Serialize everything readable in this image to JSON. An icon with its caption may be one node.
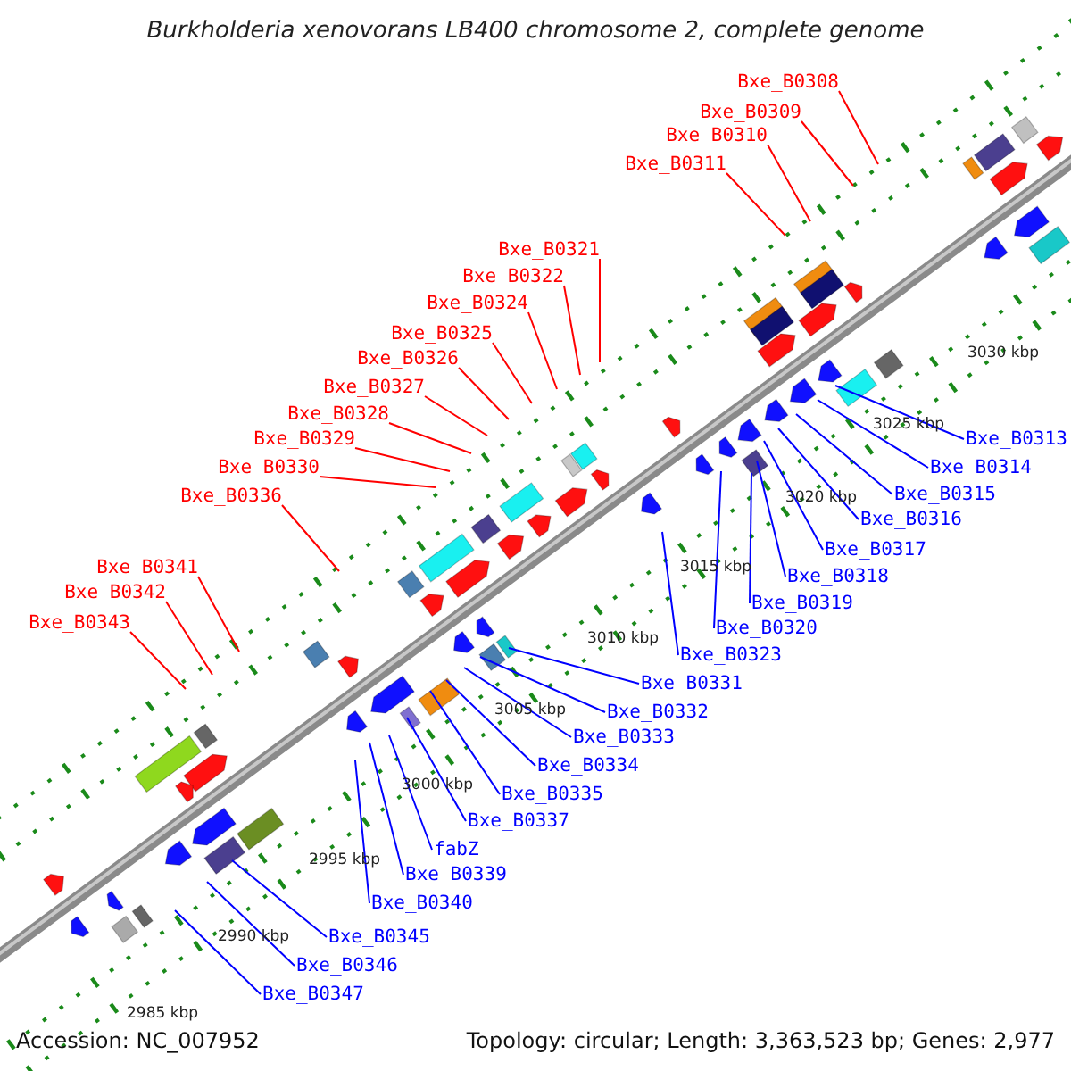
{
  "diagram": {
    "title": "Burkholderia xenovorans LB400 chromosome 2, complete genome",
    "nodes": [
      {
        "text": [
          "Bxe_B0308"
        ]
      },
      {
        "text": [
          "Bxe_B0309"
        ]
      },
      {
        "text": [
          "Bxe_B0310"
        ]
      },
      {
        "text": [
          "Bxe_B0311"
        ]
      },
      {
        "text": [
          "Bxe_B0321"
        ]
      },
      {
        "text": [
          "Bxe_B0322"
        ]
      },
      {
        "text": [
          "Bxe_B0324"
        ]
      },
      {
        "text": [
          "Bxe_B0325"
        ]
      },
      {
        "text": [
          "Bxe_B0326"
        ]
      },
      {
        "text": [
          "Bxe_B0327"
        ]
      },
      {
        "text": [
          "Bxe_B0328"
        ]
      },
      {
        "text": [
          "Bxe_B0329"
        ]
      },
      {
        "text": [
          "Bxe_B0330"
        ]
      },
      {
        "text": [
          "Bxe_B0336"
        ]
      },
      {
        "text": [
          "Bxe_B0341"
        ]
      },
      {
        "text": [
          "Bxe_B0342"
        ]
      },
      {
        "text": [
          "Bxe_B0343"
        ]
      },
      {
        "text": [
          "Bxe_B0313"
        ]
      },
      {
        "text": [
          "Bxe_B0314"
        ]
      },
      {
        "text": [
          "Bxe_B0315"
        ]
      },
      {
        "text": [
          "Bxe_B0316"
        ]
      },
      {
        "text": [
          "Bxe_B0317"
        ]
      },
      {
        "text": [
          "Bxe_B0318"
        ]
      },
      {
        "text": [
          "Bxe_B0319"
        ]
      },
      {
        "text": [
          "Bxe_B0320"
        ]
      },
      {
        "text": [
          "Bxe_B0323"
        ]
      },
      {
        "text": [
          "Bxe_B0331"
        ]
      },
      {
        "text": [
          "Bxe_B0332"
        ]
      },
      {
        "text": [
          "Bxe_B0333"
        ]
      },
      {
        "text": [
          "Bxe_B0334"
        ]
      },
      {
        "text": [
          "Bxe_B0335"
        ]
      },
      {
        "text": [
          "Bxe_B0337"
        ]
      },
      {
        "text": [
          "fabZ"
        ]
      },
      {
        "text": [
          "Bxe_B0339"
        ]
      },
      {
        "text": [
          "Bxe_B0340"
        ]
      },
      {
        "text": [
          "Bxe_B0345"
        ]
      },
      {
        "text": [
          "Bxe_B0346"
        ]
      },
      {
        "text": [
          "Bxe_B0347"
        ]
      }
    ],
    "edges": [
      {
        "from": 0,
        "to": null,
        "arrow": "none",
        "color": "#ff0000"
      },
      {
        "from": 1,
        "to": null,
        "arrow": "none",
        "color": "#ff0000"
      },
      {
        "from": 2,
        "to": null,
        "arrow": "none",
        "color": "#ff0000"
      },
      {
        "from": 3,
        "to": null,
        "arrow": "none",
        "color": "#ff0000"
      },
      {
        "from": 4,
        "to": null,
        "arrow": "none",
        "color": "#ff0000"
      },
      {
        "from": 5,
        "to": null,
        "arrow": "none",
        "color": "#ff0000"
      },
      {
        "from": 6,
        "to": null,
        "arrow": "none",
        "color": "#ff0000"
      },
      {
        "from": 7,
        "to": null,
        "arrow": "none",
        "color": "#ff0000"
      },
      {
        "from": 8,
        "to": null,
        "arrow": "none",
        "color": "#ff0000"
      },
      {
        "from": 9,
        "to": null,
        "arrow": "none",
        "color": "#ff0000"
      },
      {
        "from": 10,
        "to": null,
        "arrow": "none",
        "color": "#ff0000"
      },
      {
        "from": 11,
        "to": null,
        "arrow": "none",
        "color": "#ff0000"
      },
      {
        "from": 12,
        "to": null,
        "arrow": "none",
        "color": "#ff0000"
      },
      {
        "from": 13,
        "to": null,
        "arrow": "none",
        "color": "#ff0000"
      },
      {
        "from": 14,
        "to": null,
        "arrow": "none",
        "color": "#ff0000"
      },
      {
        "from": 15,
        "to": null,
        "arrow": "none",
        "color": "#ff0000"
      },
      {
        "from": 16,
        "to": null,
        "arrow": "none",
        "color": "#ff0000"
      },
      {
        "from": 17,
        "to": null,
        "arrow": "none"
      },
      {
        "from": 18,
        "to": null,
        "arrow": "none"
      },
      {
        "from": 19,
        "to": null,
        "arrow": "none"
      },
      {
        "from": 20,
        "to": null,
        "arrow": "none"
      },
      {
        "from": 21,
        "to": null,
        "arrow": "none"
      },
      {
        "from": 22,
        "to": null,
        "arrow": "none"
      },
      {
        "from": 23,
        "to": null,
        "arrow": "none"
      },
      {
        "from": 24,
        "to": null,
        "arrow": "none"
      },
      {
        "from": 25,
        "to": null,
        "arrow": "none"
      },
      {
        "from": 26,
        "to": null,
        "arrow": "none"
      },
      {
        "from": 27,
        "to": null,
        "arrow": "none"
      },
      {
        "from": 28,
        "to": null,
        "arrow": "none"
      },
      {
        "from": 29,
        "to": null,
        "arrow": "none"
      },
      {
        "from": 30,
        "to": null,
        "arrow": "none"
      },
      {
        "from": 31,
        "to": null,
        "arrow": "none"
      },
      {
        "from": 32,
        "to": null,
        "arrow": "none"
      },
      {
        "from": 33,
        "to": null,
        "arrow": "none"
      },
      {
        "from": 34,
        "to": null,
        "arrow": "none"
      },
      {
        "from": 35,
        "to": null,
        "arrow": "none"
      },
      {
        "from": 36,
        "to": null,
        "arrow": "none"
      },
      {
        "from": 37,
        "to": null,
        "arrow": "none"
      }
    ],
    "labels": [
      "3030 kbp",
      "3025 kbp",
      "3020 kbp",
      "3015 kbp",
      "3010 kbp",
      "3005 kbp",
      "3000 kbp",
      "2995 kbp",
      "2990 kbp",
      "2985 kbp",
      "Accession: NC_007952",
      "Topology: circular; Length: 3,363,523 bp; Genes: 2,977"
    ]
  }
}
